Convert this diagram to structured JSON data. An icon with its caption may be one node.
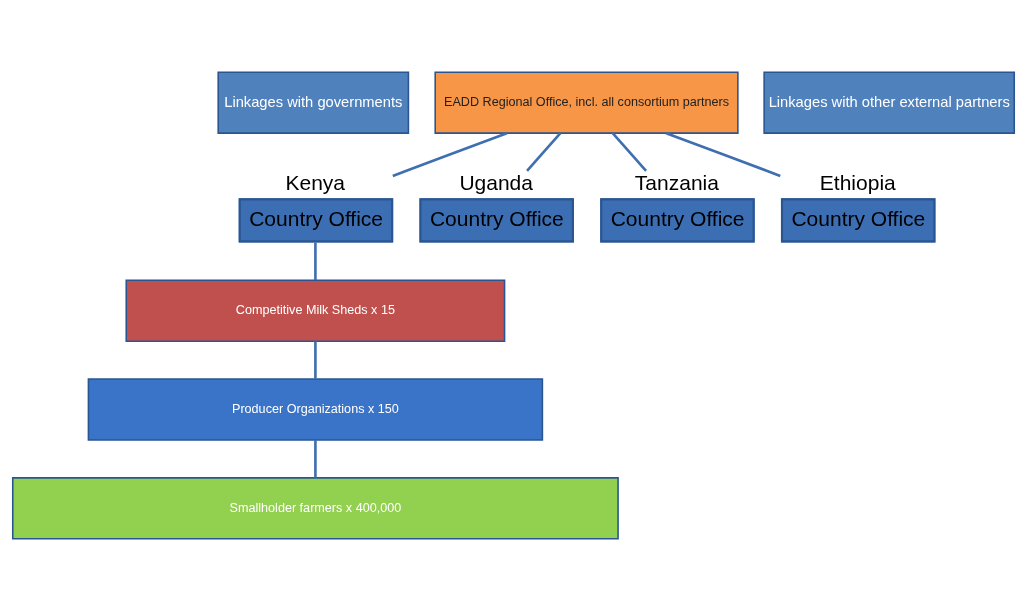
{
  "diagram": {
    "nodes": [
      {
        "text": [
          "Linkages with governments"
        ]
      },
      {
        "text": [
          "EADD Regional Office, incl. all consortium partners"
        ]
      },
      {
        "text": [
          "Linkages with other external partners"
        ]
      },
      {
        "text": [
          "Kenya",
          "Country Office"
        ]
      },
      {
        "text": [
          "Uganda",
          "Country Office"
        ]
      },
      {
        "text": [
          "Tanzania",
          "Country Office"
        ]
      },
      {
        "text": [
          "Ethiopia",
          "Country Office"
        ]
      },
      {
        "text": [
          "Competitive Milk Sheds x 15"
        ]
      },
      {
        "text": [
          "Producer Organizations x 150"
        ]
      },
      {
        "text": [
          "Smallholder farmers x 400,000"
        ]
      }
    ],
    "edges": [
      {
        "from": 1,
        "to": 3,
        "arrow": "none"
      },
      {
        "from": 1,
        "to": 4,
        "arrow": "none"
      },
      {
        "from": 1,
        "to": 5,
        "arrow": "none"
      },
      {
        "from": 1,
        "to": 6,
        "arrow": "none"
      },
      {
        "from": 3,
        "to": 7,
        "arrow": "none"
      },
      {
        "from": 7,
        "to": 8,
        "arrow": "none"
      },
      {
        "from": 8,
        "to": 9,
        "arrow": "none"
      }
    ]
  }
}
